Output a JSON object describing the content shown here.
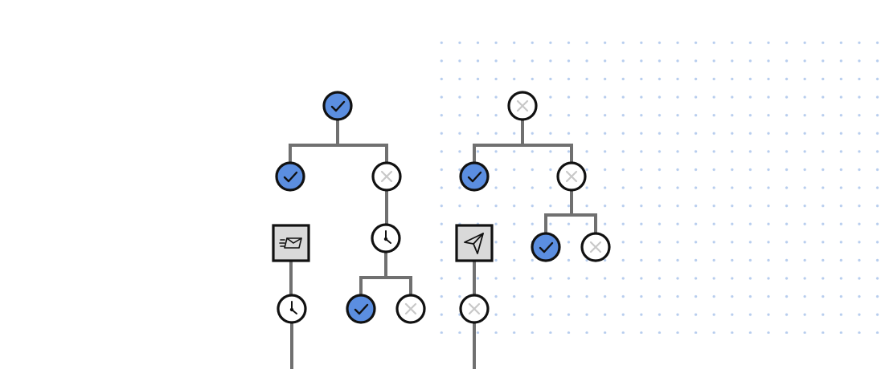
{
  "colors": {
    "background": "#ffffff",
    "dot_grid": "#b7cdee",
    "connector": "#707070",
    "node_outline": "#111111",
    "success_fill": "#5b8ee0",
    "idle_fill": "#ffffff",
    "cross_glyph": "#c8c8c8",
    "action_fill": "#d9d9d9"
  },
  "legend": {
    "status-success": "check-icon",
    "status-skipped": "cross-icon",
    "wait-delay": "clock-icon",
    "action-email": "email-icon",
    "action-send": "send-icon"
  },
  "workflows": [
    {
      "name": "left-workflow",
      "nodes": [
        {
          "id": "l-root",
          "kind": "success"
        },
        {
          "id": "l-a",
          "kind": "success"
        },
        {
          "id": "l-b",
          "kind": "skipped"
        },
        {
          "id": "l-email",
          "kind": "email"
        },
        {
          "id": "l-wait-b",
          "kind": "wait"
        },
        {
          "id": "l-wait-a",
          "kind": "wait"
        },
        {
          "id": "l-b1",
          "kind": "success"
        },
        {
          "id": "l-b2",
          "kind": "skipped"
        }
      ]
    },
    {
      "name": "right-workflow",
      "nodes": [
        {
          "id": "r-root",
          "kind": "skipped"
        },
        {
          "id": "r-a",
          "kind": "success"
        },
        {
          "id": "r-b",
          "kind": "skipped"
        },
        {
          "id": "r-send",
          "kind": "send"
        },
        {
          "id": "r-b1",
          "kind": "success"
        },
        {
          "id": "r-b2",
          "kind": "skipped"
        },
        {
          "id": "r-a2",
          "kind": "skipped"
        }
      ]
    }
  ]
}
